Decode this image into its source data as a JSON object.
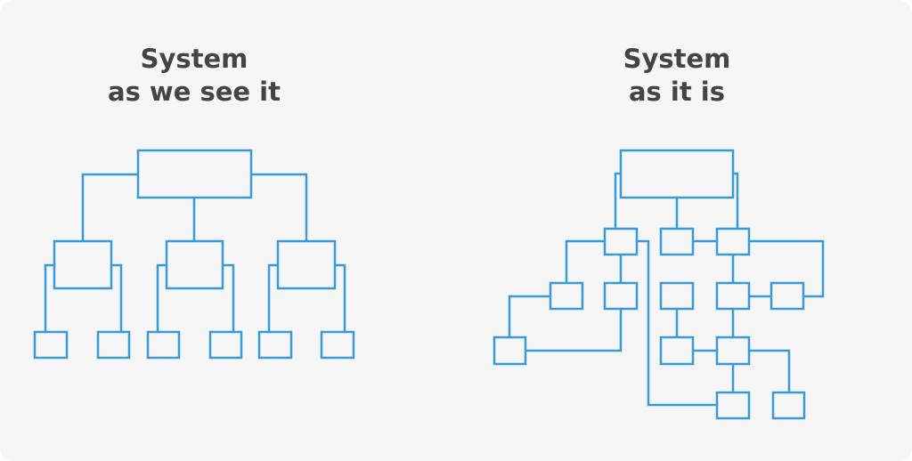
{
  "left_panel": {
    "title_line1": "System",
    "title_line2": "as we see it"
  },
  "right_panel": {
    "title_line1": "System",
    "title_line2": "as it is"
  },
  "colors": {
    "stroke": "#3a9ad5",
    "text": "#444444",
    "background": "#f6f6f6"
  }
}
